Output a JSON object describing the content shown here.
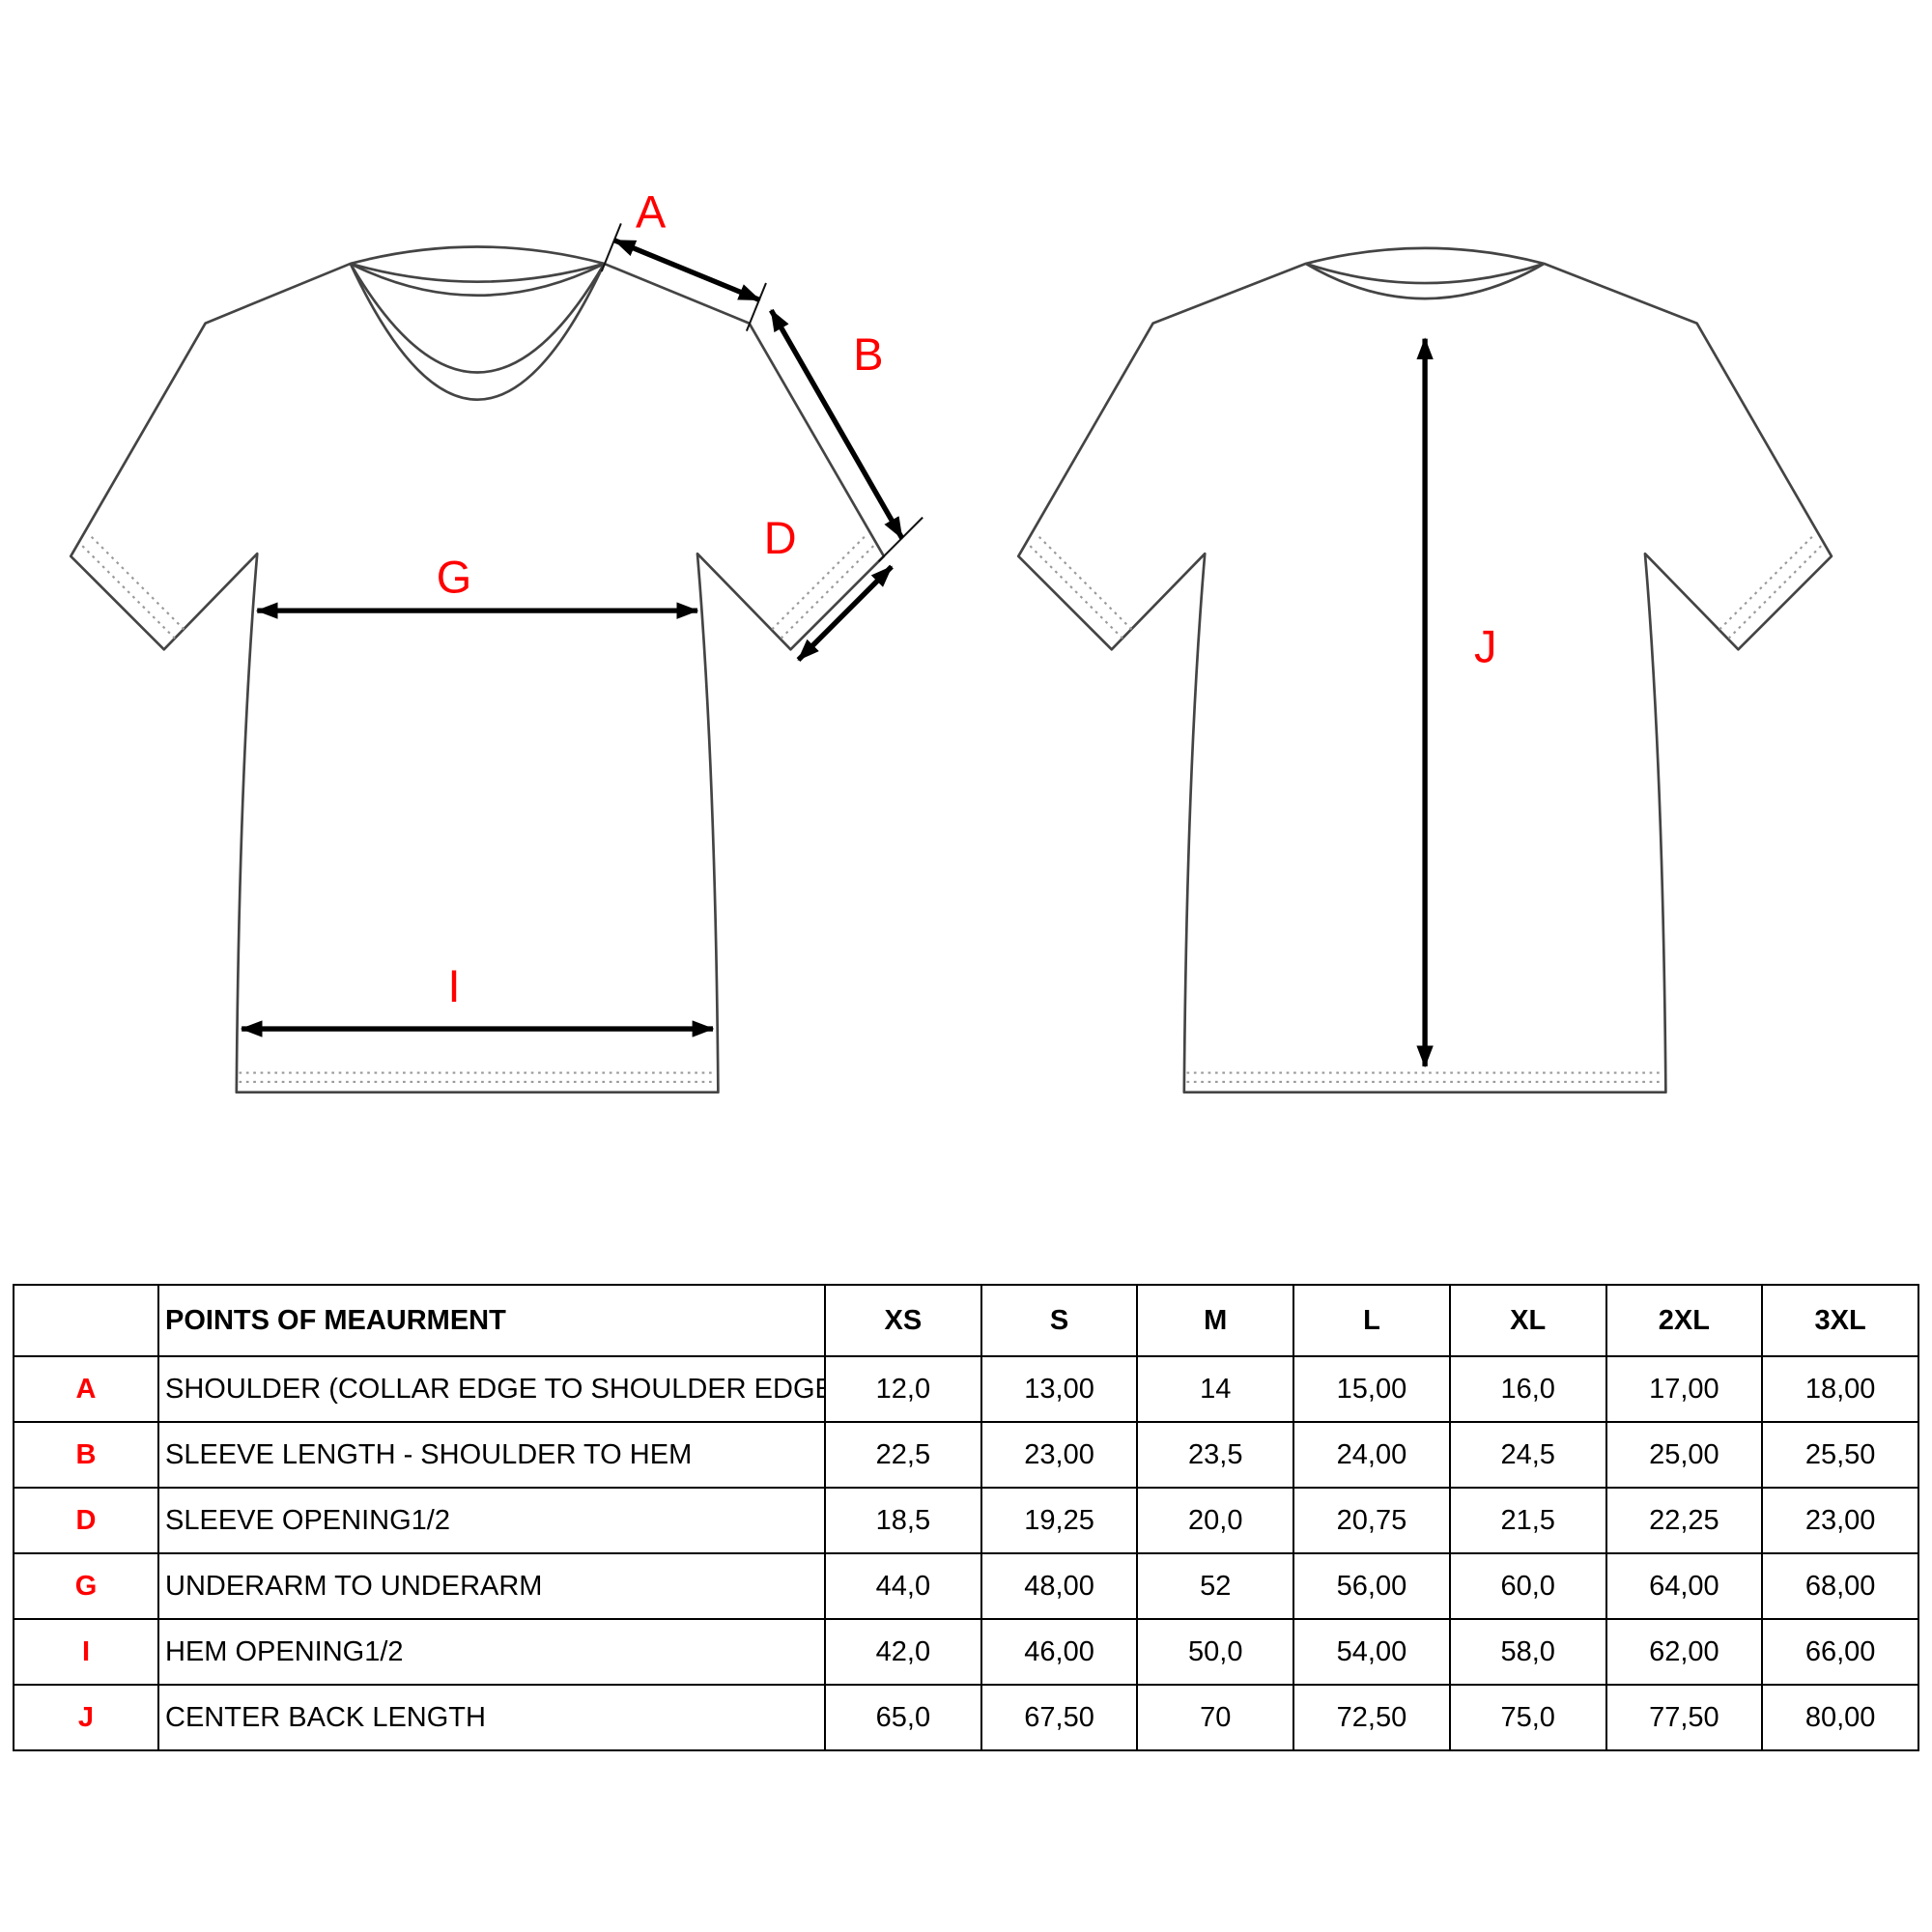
{
  "page": {
    "background": "#ffffff"
  },
  "diagram": {
    "labels": {
      "A": "A",
      "B": "B",
      "D": "D",
      "G": "G",
      "I": "I",
      "J": "J"
    },
    "label_color": "#ff0000",
    "outline_color": "#444444",
    "arrow_color": "#000000",
    "stitch_color": "#9a9a9a"
  },
  "table": {
    "headers": [
      "",
      "POINTS OF MEAURMENT",
      "XS",
      "S",
      "M",
      "L",
      "XL",
      "2XL",
      "3XL"
    ],
    "rows": [
      {
        "letter": "A",
        "point": "SHOULDER (COLLAR EDGE TO SHOULDER EDGE)",
        "values": [
          "12,0",
          "13,00",
          "14",
          "15,00",
          "16,0",
          "17,00",
          "18,00"
        ]
      },
      {
        "letter": "B",
        "point": "SLEEVE LENGTH - SHOULDER TO HEM",
        "values": [
          "22,5",
          "23,00",
          "23,5",
          "24,00",
          "24,5",
          "25,00",
          "25,50"
        ]
      },
      {
        "letter": "D",
        "point": "SLEEVE OPENING1/2",
        "values": [
          "18,5",
          "19,25",
          "20,0",
          "20,75",
          "21,5",
          "22,25",
          "23,00"
        ]
      },
      {
        "letter": "G",
        "point": "UNDERARM TO UNDERARM",
        "values": [
          "44,0",
          "48,00",
          "52",
          "56,00",
          "60,0",
          "64,00",
          "68,00"
        ]
      },
      {
        "letter": "I",
        "point": "HEM OPENING1/2",
        "values": [
          "42,0",
          "46,00",
          "50,0",
          "54,00",
          "58,0",
          "62,00",
          "66,00"
        ]
      },
      {
        "letter": "J",
        "point": "CENTER BACK LENGTH",
        "values": [
          "65,0",
          "67,50",
          "70",
          "72,50",
          "75,0",
          "77,50",
          "80,00"
        ]
      }
    ]
  }
}
